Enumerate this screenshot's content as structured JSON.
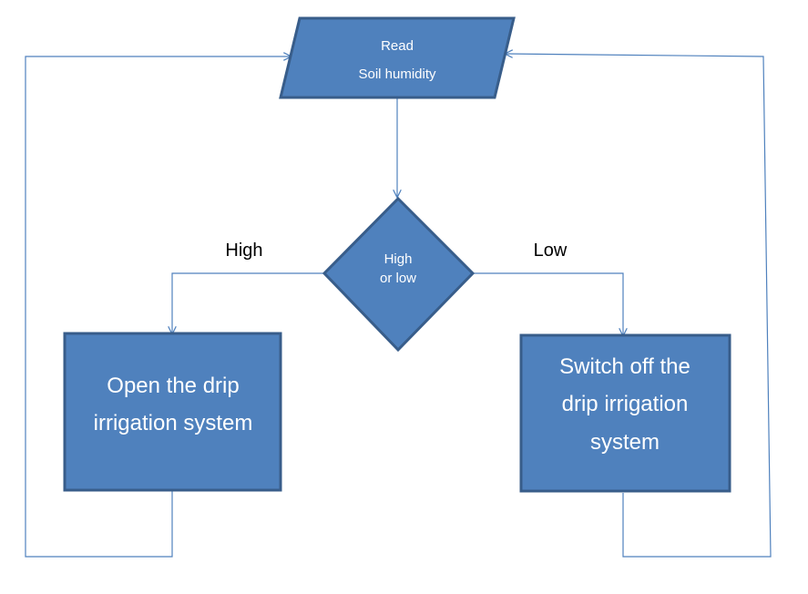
{
  "nodes": {
    "read": {
      "line1": "Read",
      "line2": "Soil humidity"
    },
    "decision": {
      "line1": "High",
      "line2": "or low"
    },
    "open_box": {
      "line1": "Open the drip",
      "line2": "irrigation system"
    },
    "close_box": {
      "line1": "Switch off the",
      "line2": "drip irrigation",
      "line3": "system"
    }
  },
  "edges": {
    "high_label": "High",
    "low_label": "Low"
  },
  "colors": {
    "fill": "#4f81bd",
    "stroke": "#385d8a",
    "connector": "#4f81bd"
  }
}
